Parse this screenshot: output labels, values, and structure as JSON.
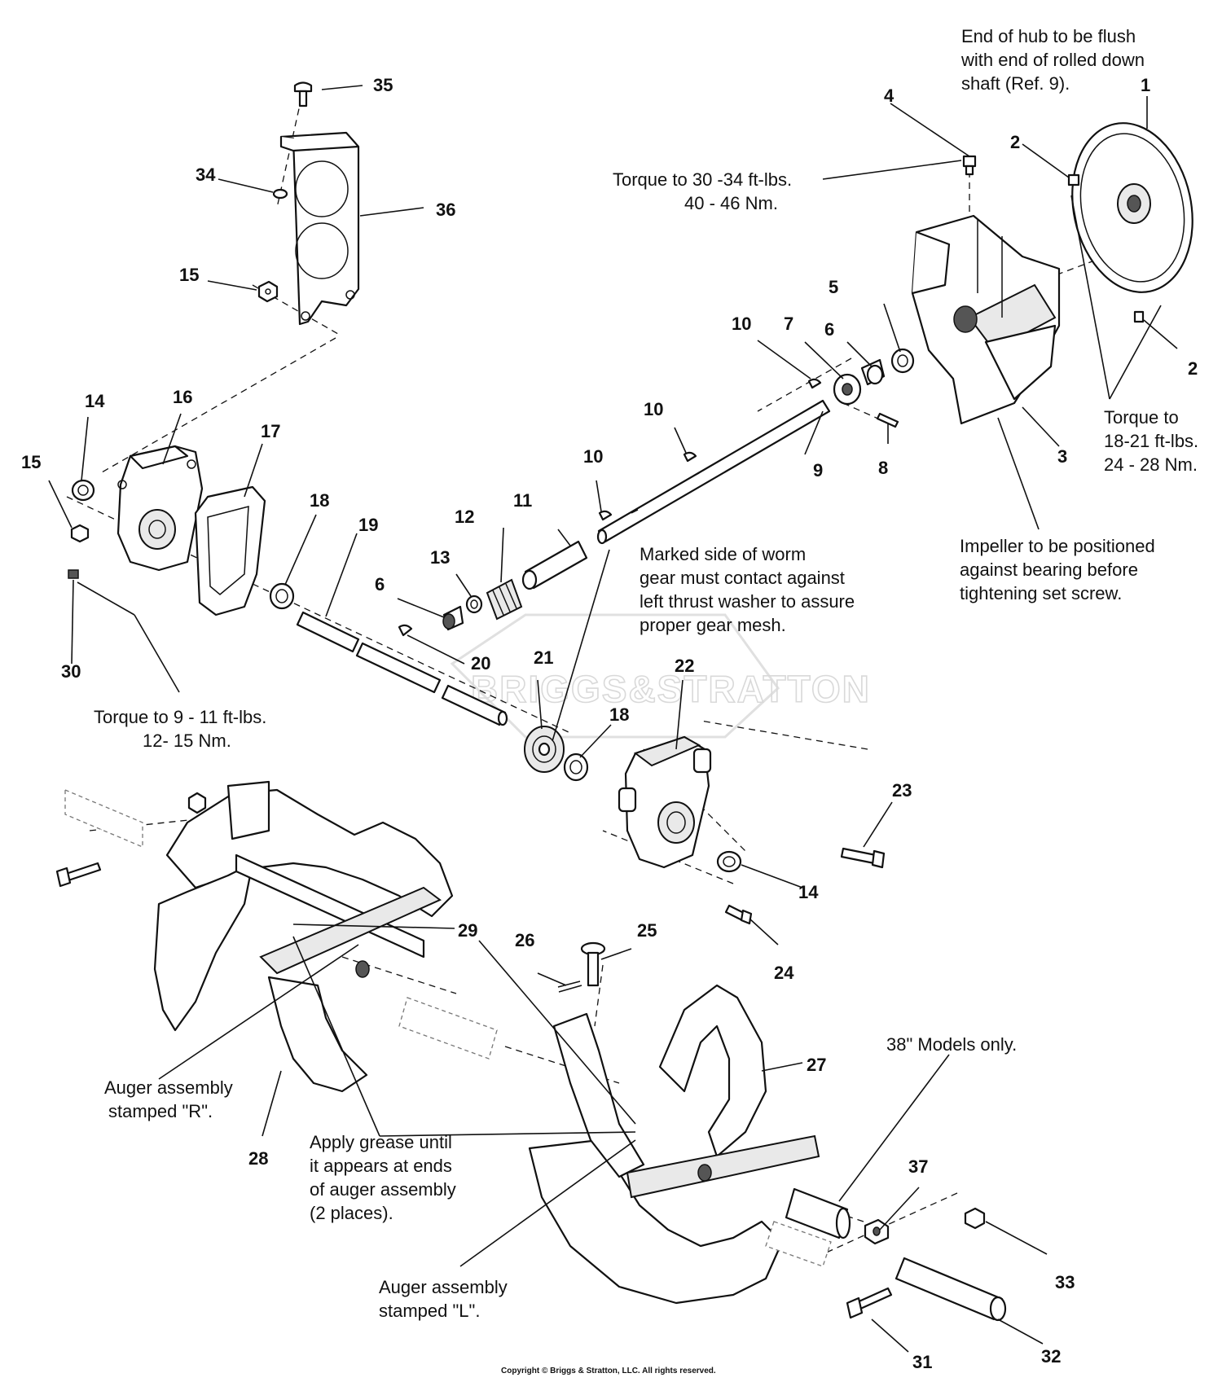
{
  "callouts": {
    "c1": "1",
    "c2a": "2",
    "c2b": "2",
    "c3": "3",
    "c4": "4",
    "c5": "5",
    "c6a": "6",
    "c6b": "6",
    "c7": "7",
    "c8": "8",
    "c9": "9",
    "c10a": "10",
    "c10b": "10",
    "c10c": "10",
    "c11": "11",
    "c12": "12",
    "c13": "13",
    "c14a": "14",
    "c14b": "14",
    "c15a": "15",
    "c15b": "15",
    "c16": "16",
    "c17": "17",
    "c18a": "18",
    "c18b": "18",
    "c19": "19",
    "c20": "20",
    "c21": "21",
    "c22": "22",
    "c23": "23",
    "c24": "24",
    "c25": "25",
    "c26": "26",
    "c27": "27",
    "c28": "28",
    "c29": "29",
    "c30": "30",
    "c31": "31",
    "c32": "32",
    "c33": "33",
    "c34": "34",
    "c35": "35",
    "c36": "36",
    "c37": "37"
  },
  "notes": {
    "hub_flush": [
      "End of hub to be flush",
      "with end of rolled down",
      "shaft (Ref. 9)."
    ],
    "torque_30_34": [
      "Torque to 30 -34 ft-lbs.",
      "40 - 46 Nm."
    ],
    "torque_18_21": [
      "Torque to",
      "18-21 ft-lbs.",
      "24 - 28 Nm."
    ],
    "impeller": [
      "Impeller to be positioned",
      "against bearing before",
      "tightening set screw."
    ],
    "worm_gear": [
      "Marked side of worm",
      "gear must contact against",
      "left thrust washer to assure",
      "proper gear mesh."
    ],
    "torque_9_11": [
      "Torque to 9 - 11 ft-lbs.",
      "12- 15 Nm."
    ],
    "auger_r": [
      "Auger assembly",
      "stamped \"R\"."
    ],
    "grease": [
      "Apply grease until",
      "it appears at ends",
      "of auger assembly",
      "(2 places)."
    ],
    "models_38": [
      "38\" Models only."
    ],
    "auger_l": [
      "Auger assembly",
      "stamped \"L\"."
    ]
  },
  "watermark": "BRIGGS&STRATTON",
  "copyright": "Copyright © Briggs & Stratton, LLC. All rights reserved."
}
